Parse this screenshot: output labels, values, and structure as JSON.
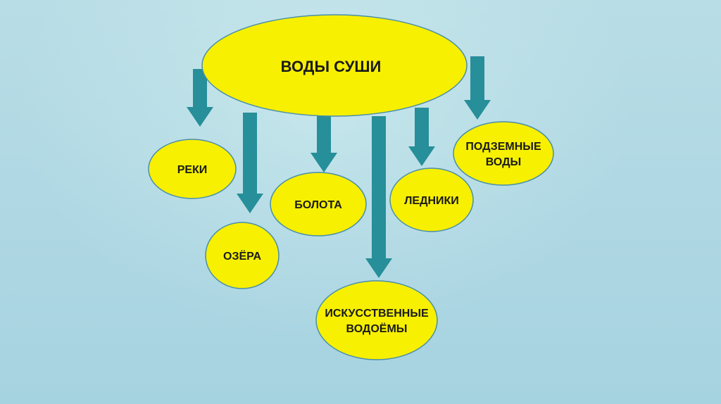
{
  "colors": {
    "node_fill": "#f7f000",
    "node_stroke": "#4a8fa8",
    "arrow_fill": "#268f99",
    "background": "#b3d9e4"
  },
  "diagram": {
    "root": {
      "label": "ВОДЫ СУШИ"
    },
    "nodes": [
      {
        "id": "reki",
        "lines": [
          "РЕКИ"
        ]
      },
      {
        "id": "ozera",
        "lines": [
          "ОЗЁРА"
        ]
      },
      {
        "id": "bolota",
        "lines": [
          "БОЛОТА"
        ]
      },
      {
        "id": "iskusstvennye",
        "lines": [
          "ИСКУССТВЕННЫЕ",
          "ВОДОЁМЫ"
        ]
      },
      {
        "id": "ledniki",
        "lines": [
          "ЛЕДНИКИ"
        ]
      },
      {
        "id": "podzemnye",
        "lines": [
          "ПОДЗЕМНЫЕ",
          "ВОДЫ"
        ]
      }
    ],
    "edges": [
      {
        "from": "root",
        "to": "reki"
      },
      {
        "from": "root",
        "to": "ozera"
      },
      {
        "from": "root",
        "to": "bolota"
      },
      {
        "from": "root",
        "to": "iskusstvennye"
      },
      {
        "from": "root",
        "to": "ledniki"
      },
      {
        "from": "root",
        "to": "podzemnye"
      }
    ]
  }
}
